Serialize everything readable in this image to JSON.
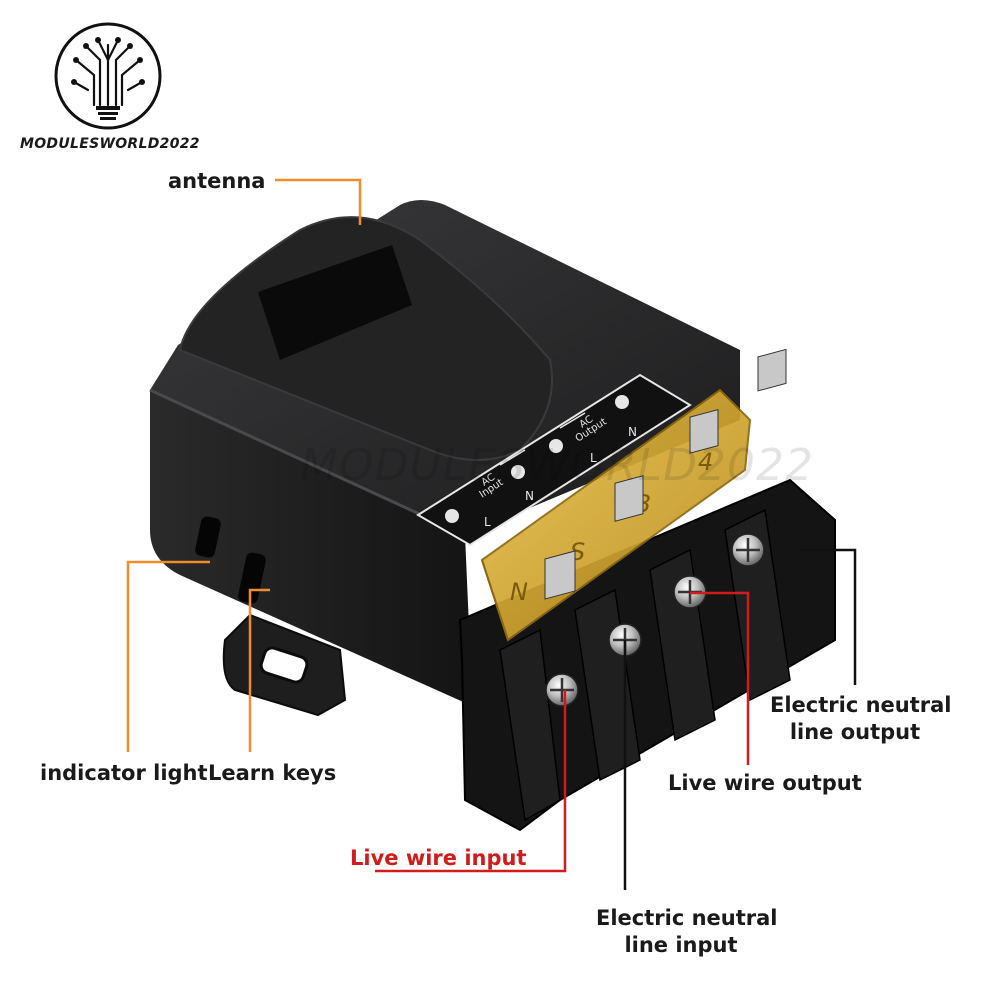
{
  "brand": {
    "name": "MODULESWORLD2022",
    "watermark": "MODULESWORLD2022"
  },
  "colors": {
    "leader_orange": "#f08c2e",
    "leader_red": "#d01c1c",
    "leader_black": "#111111",
    "housing": "#1b1b1c",
    "cover": "#d9ad2a"
  },
  "panel": {
    "input": {
      "title_line1": "AC",
      "title_line2": "Input",
      "pin_l": "L",
      "pin_n": "N"
    },
    "output": {
      "title_line1": "AC",
      "title_line2": "Output",
      "pin_l": "L",
      "pin_n": "N"
    }
  },
  "terminal_numbers": [
    "N",
    "S",
    "3",
    "4"
  ],
  "labels": {
    "antenna": "antenna",
    "indicator_light": "indicator light",
    "learn_keys": "Learn keys",
    "live_wire_input": "Live wire input",
    "live_wire_output": "Live wire output",
    "neutral_output_line1": "Electric neutral",
    "neutral_output_line2": "line output",
    "neutral_input_line1": "Electric neutral",
    "neutral_input_line2": "line input"
  }
}
